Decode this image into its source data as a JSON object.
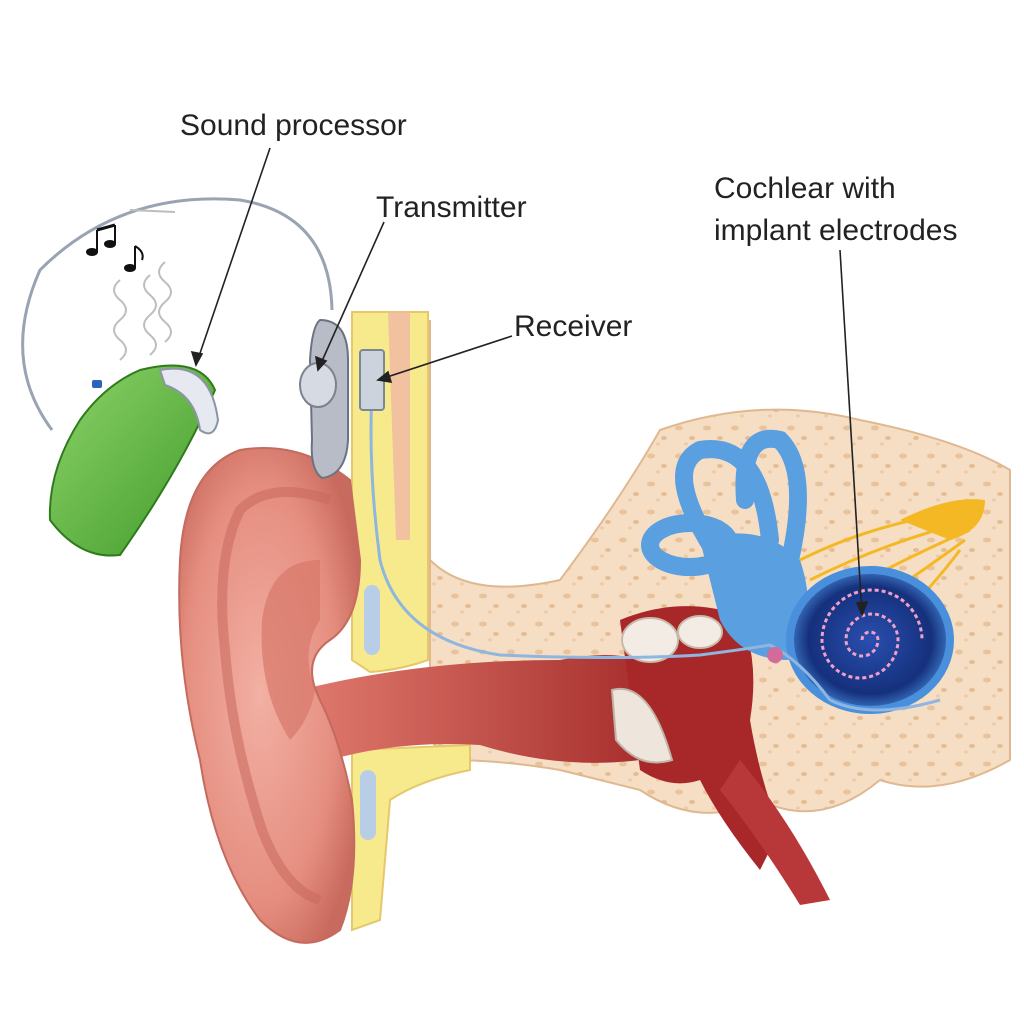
{
  "labels": {
    "sound_processor": "Sound processor",
    "transmitter": "Transmitter",
    "receiver": "Receiver",
    "cochlear_line1": "Cochlear with",
    "cochlear_line2": "implant electrodes"
  },
  "colors": {
    "processor_green": "#5cb83a",
    "outer_ear": "#e9978a",
    "ear_canal": "#c0443f",
    "bone": "#f5dcc0",
    "fat": "#f7ea8c",
    "cochlea_blue": "#5a9fe0",
    "cochlea_dark": "#163a8c",
    "auditory_nerve": "#f4b824",
    "leader_line": "#222222"
  }
}
